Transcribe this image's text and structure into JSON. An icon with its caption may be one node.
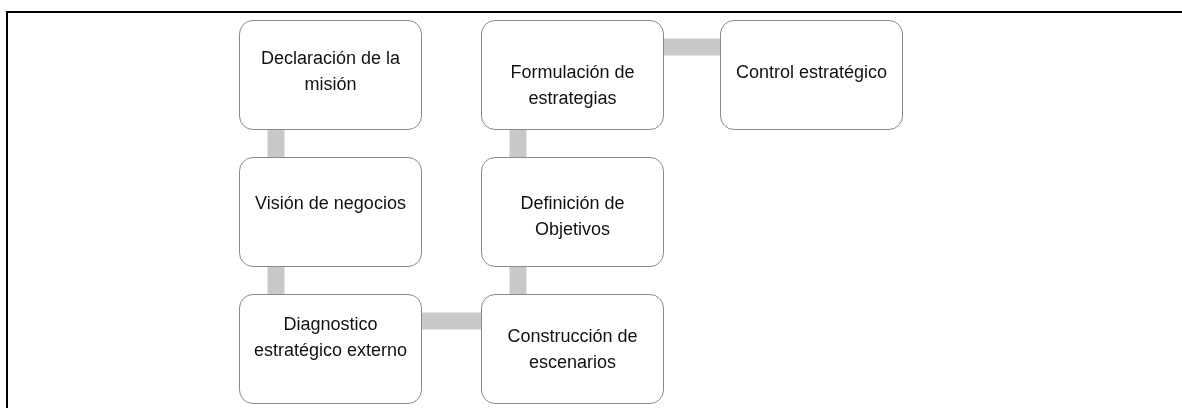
{
  "diagram": {
    "nodes": [
      {
        "text": [
          "Declaración de la misión"
        ]
      },
      {
        "text": [
          "Visión de negocios"
        ]
      },
      {
        "text": [
          "Diagnostico estratégico externo"
        ]
      },
      {
        "text": [
          "Construcción de escenarios"
        ]
      },
      {
        "text": [
          "Definición de Objetivos"
        ]
      },
      {
        "text": [
          "Formulación de estrategias"
        ]
      },
      {
        "text": [
          "Control estratégico"
        ]
      }
    ],
    "edges": [
      {
        "from": 0,
        "to": 1,
        "arrow": "none"
      },
      {
        "from": 1,
        "to": 2,
        "arrow": "none"
      },
      {
        "from": 2,
        "to": 3,
        "arrow": "none"
      },
      {
        "from": 3,
        "to": 4,
        "arrow": "none"
      },
      {
        "from": 4,
        "to": 5,
        "arrow": "none"
      },
      {
        "from": 5,
        "to": 6,
        "arrow": "none"
      }
    ]
  }
}
